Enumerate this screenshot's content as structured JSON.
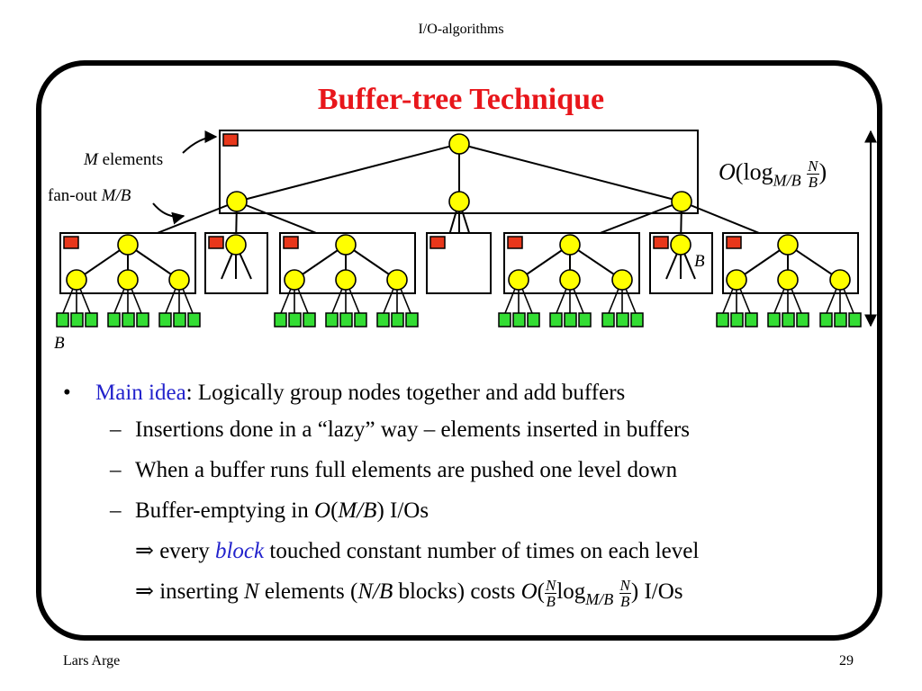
{
  "header": "I/O-algorithms",
  "title": "Buffer-tree Technique",
  "diagram": {
    "label_m": "M",
    "label_elements": "elements",
    "label_fanout": "fan-out",
    "label_mb": "M/B",
    "label_b_right": "B",
    "label_b_left": "B",
    "height_formula": {
      "o": "O",
      "log": "(log",
      "base": "M/B",
      "num": "N",
      "den": "B",
      "close": ")"
    },
    "colors": {
      "node": "#ffff00",
      "buffer": "#e8371b",
      "leaf": "#33dd33"
    }
  },
  "bullets": {
    "b1_dot": "•",
    "b1_highlight": "Main idea",
    "b1_rest": ": Logically group nodes together and add buffers",
    "dash": "–",
    "b2": "Insertions done in a “lazy” way – elements inserted in buffers",
    "b3": "When a buffer runs full elements are pushed one level down",
    "b4_pre": "Buffer-emptying in ",
    "b4_o": "O",
    "b4_open": "(",
    "b4_mb": "M/B",
    "b4_post": ") I/Os",
    "implies": "⇒",
    "b5_pre": " every ",
    "b5_block": "block",
    "b5_post": " touched constant number of times on each level",
    "b6_pre": " inserting ",
    "b6_n": "N",
    "b6_mid": " elements (",
    "b6_nb": "N/B",
    "b6_mid2": " blocks) costs ",
    "b6_o": "O",
    "b6_paren": "(",
    "b6_num": "N",
    "b6_den": "B",
    "b6_log": "log",
    "b6_base": "M/B",
    "b6_num2": "N",
    "b6_den2": "B",
    "b6_post": ") I/Os"
  },
  "footer": {
    "author": "Lars Arge",
    "page": "29"
  }
}
